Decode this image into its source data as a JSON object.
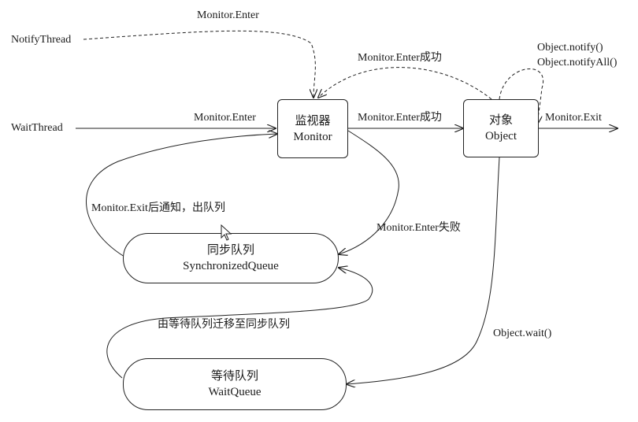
{
  "nodes": {
    "monitor": {
      "line1": "监视器",
      "line2": "Monitor"
    },
    "object": {
      "line1": "对象",
      "line2": "Object"
    },
    "sync_queue": {
      "line1": "同步队列",
      "line2": "SynchronizedQueue"
    },
    "wait_queue": {
      "line1": "等待队列",
      "line2": "WaitQueue"
    }
  },
  "labels": {
    "monitor_enter_top": "Monitor.Enter",
    "notify_thread": "NotifyThread",
    "monitor_enter_success_top": "Monitor.Enter成功",
    "object_notify": "Object.notify()",
    "object_notify_all": "Object.notifyAll()",
    "wait_thread": "WaitThread",
    "monitor_enter": "Monitor.Enter",
    "monitor_enter_success": "Monitor.Enter成功",
    "monitor_exit": "Monitor.Exit",
    "exit_notify": "Monitor.Exit后通知，出队列",
    "enter_failed": "Monitor.Enter失败",
    "move_to_sync": "由等待队列迁移至同步队列",
    "object_wait": "Object.wait()"
  },
  "icons": {
    "cursor": "mouse-pointer-icon"
  },
  "colors": {
    "line": "#222222",
    "text": "#1a1a1a",
    "background": "#ffffff"
  }
}
